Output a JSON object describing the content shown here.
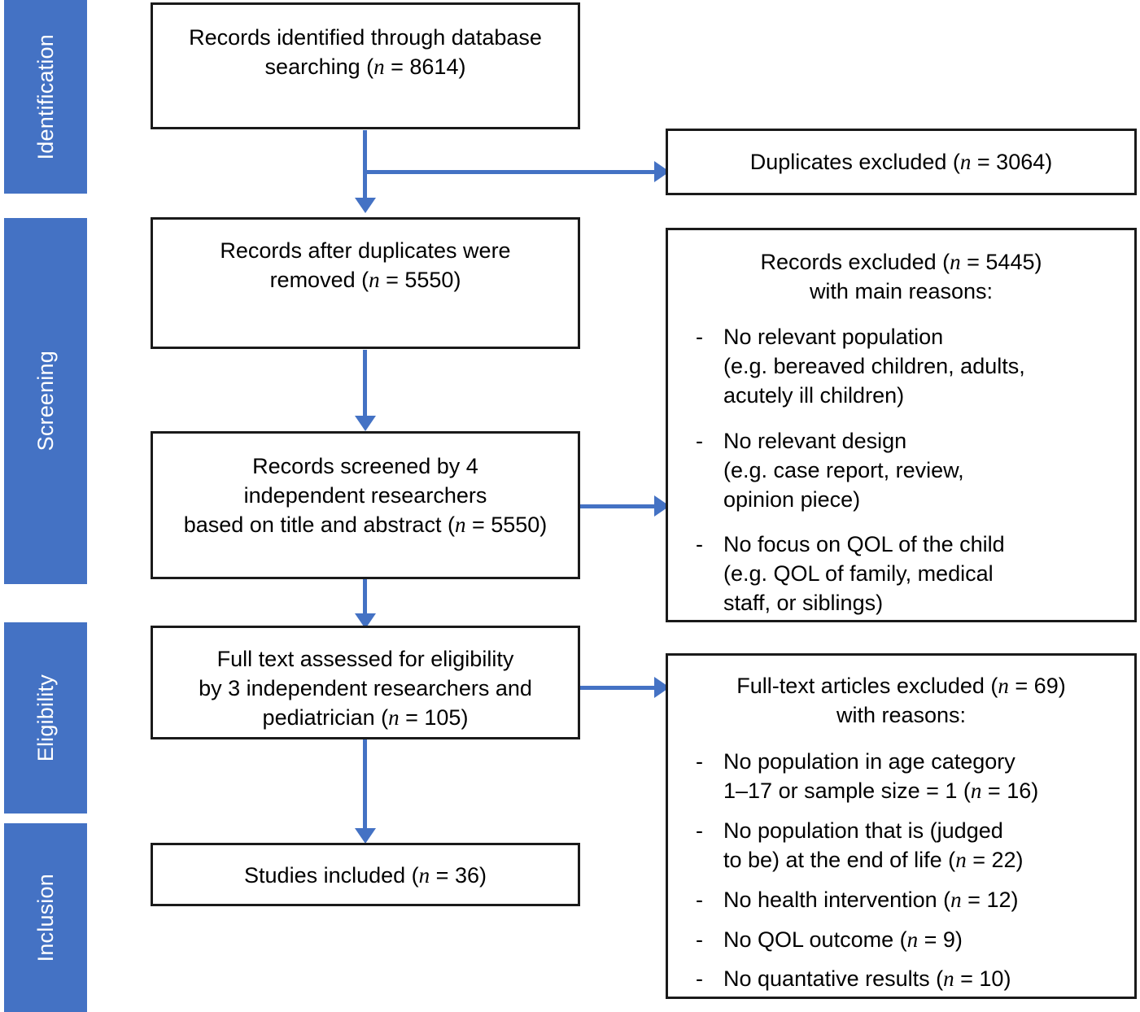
{
  "diagram": {
    "type": "prisma-flow-diagram",
    "accent_color": "#4472C4",
    "box_border_color": "#1A1A1A",
    "background": "#FFFFFF"
  },
  "stages": [
    {
      "id": "identification",
      "label": "Identification"
    },
    {
      "id": "screening",
      "label": "Screening"
    },
    {
      "id": "eligibility",
      "label": "Eligibility"
    },
    {
      "id": "inclusion",
      "label": "Inclusion"
    }
  ],
  "flow_boxes": {
    "identified": {
      "line1": "Records identified through database",
      "line2_pre": "searching (",
      "line2_n": "n",
      "line2_post": " = 8614)"
    },
    "after_duplicates": {
      "line1": "Records after duplicates were",
      "line2_pre": "removed (",
      "line2_n": "n",
      "line2_post": " = 5550)"
    },
    "screened": {
      "line1": "Records screened by 4",
      "line2": "independent researchers",
      "line3_pre": "based on title and abstract (",
      "line3_n": "n",
      "line3_post": " = 5550)"
    },
    "fulltext_assessed": {
      "line1": "Full text assessed for eligibility",
      "line2": "by 3 independent researchers and",
      "line3_pre": "pediatrician (",
      "line3_n": "n",
      "line3_post": " = 105)"
    },
    "included": {
      "line1_pre": "Studies included (",
      "line1_n": "n",
      "line1_post": " = 36)"
    }
  },
  "exclusion_boxes": {
    "duplicates": {
      "header_pre": "Duplicates excluded (",
      "header_n": "n",
      "header_post": " = 3064)"
    },
    "records_excluded": {
      "header_pre": "Records excluded (",
      "header_n": "n",
      "header_post": " = 5445)",
      "header_line2": "with main reasons:",
      "bullet_marker": "-",
      "reasons": [
        {
          "line1": "No relevant population",
          "line2": "(e.g. bereaved children, adults,",
          "line3": "acutely ill children)"
        },
        {
          "line1": "No relevant design",
          "line2": "(e.g. case report, review,",
          "line3": "opinion piece)"
        },
        {
          "line1": "No focus on QOL of the child",
          "line2": "(e.g. QOL of family, medical",
          "line3": "staff, or siblings)"
        }
      ]
    },
    "fulltext_excluded": {
      "header_pre": "Full-text articles excluded (",
      "header_n": "n",
      "header_post": " = 69)",
      "header_line2": "with reasons:",
      "bullet_marker": "-",
      "reasons": [
        {
          "line1": "No population in age category",
          "line2_pre": "1–17 or sample size = 1 (",
          "line2_n": "n",
          "line2_post": " = 16)"
        },
        {
          "line1": "No population that is (judged",
          "line2_pre": "to be) at the end of life (",
          "line2_n": "n",
          "line2_post": " = 22)"
        },
        {
          "line1_pre": "No health intervention (",
          "line1_n": "n",
          "line1_post": " = 12)"
        },
        {
          "line1_pre": "No QOL outcome (",
          "line1_n": "n",
          "line1_post": " = 9)"
        },
        {
          "line1_pre": "No quantative results (",
          "line1_n": "n",
          "line1_post": " = 10)"
        }
      ]
    }
  },
  "chart_data": {
    "type": "diagram",
    "title": "PRISMA flow diagram",
    "nodes": [
      {
        "stage": "Identification",
        "label": "Records identified through database searching",
        "n": 8614
      },
      {
        "stage": "Identification",
        "label": "Duplicates excluded",
        "n": 3064,
        "kind": "excluded"
      },
      {
        "stage": "Screening",
        "label": "Records after duplicates were removed",
        "n": 5550
      },
      {
        "stage": "Screening",
        "label": "Records screened by 4 independent researchers based on title and abstract",
        "n": 5550
      },
      {
        "stage": "Screening",
        "label": "Records excluded with main reasons",
        "n": 5445,
        "kind": "excluded"
      },
      {
        "stage": "Eligibility",
        "label": "Full text assessed for eligibility by 3 independent researchers and pediatrician",
        "n": 105
      },
      {
        "stage": "Eligibility",
        "label": "Full-text articles excluded with reasons",
        "n": 69,
        "kind": "excluded"
      },
      {
        "stage": "Inclusion",
        "label": "Studies included",
        "n": 36
      }
    ],
    "exclusion_breakdown_fulltext": [
      {
        "reason": "No population in age category 1–17 or sample size = 1",
        "n": 16
      },
      {
        "reason": "No population that is (judged to be) at the end of life",
        "n": 22
      },
      {
        "reason": "No health intervention",
        "n": 12
      },
      {
        "reason": "No QOL outcome",
        "n": 9
      },
      {
        "reason": "No quantative results",
        "n": 10
      }
    ]
  }
}
